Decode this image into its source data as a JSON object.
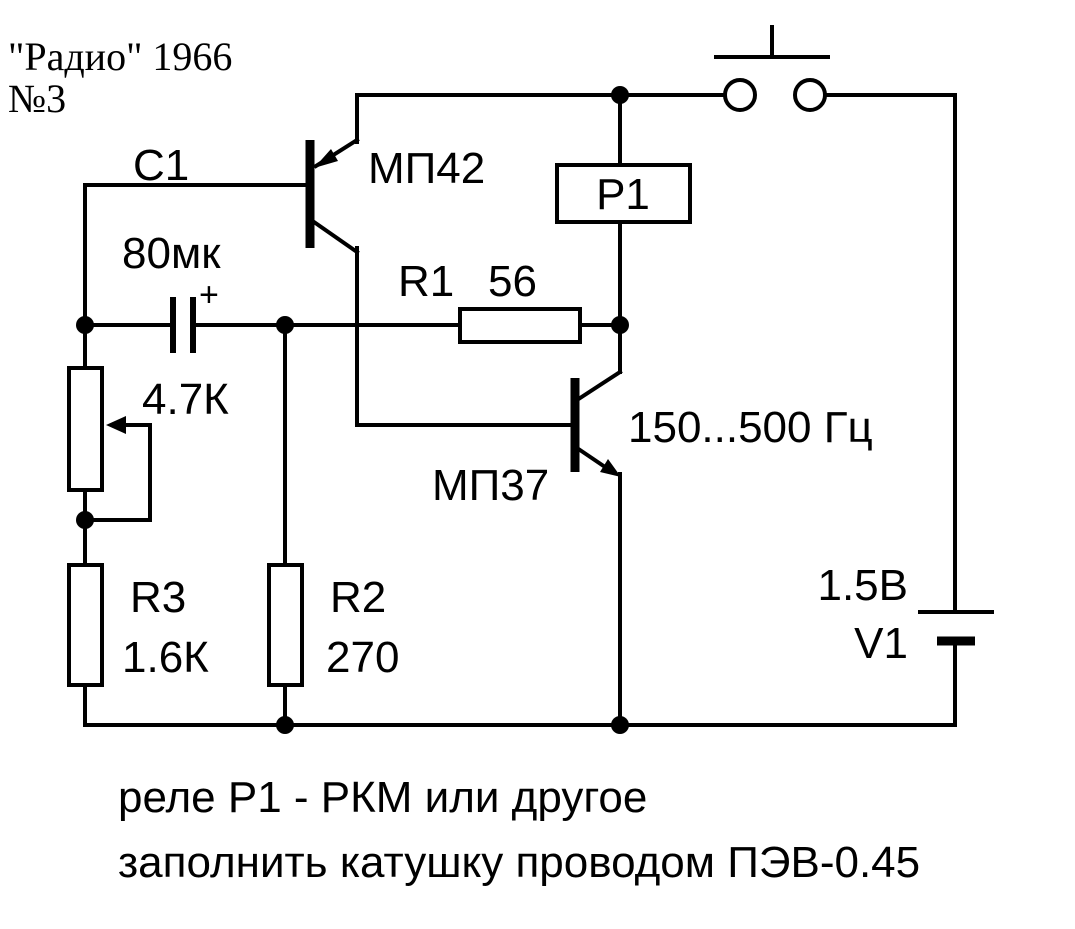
{
  "header": {
    "source": "\"Радио\" 1966",
    "issue": "№3"
  },
  "components": {
    "c1_name": "C1",
    "c1_value": "80мк",
    "c1_polarity": "+",
    "t1_name": "МП42",
    "t2_name": "МП37",
    "r1_name": "R1",
    "r1_value": "56",
    "r2_name": "R2",
    "r2_value": "270",
    "r3_name": "R3",
    "r3_value": "1.6К",
    "pot_value": "4.7К",
    "relay_name": "P1",
    "frequency": "150...500 Гц",
    "battery_value": "1.5В",
    "battery_name": "V1"
  },
  "notes": {
    "line1": "реле Р1 - РКМ или другое",
    "line2": "заполнить катушку проводом ПЭВ-0.45"
  }
}
